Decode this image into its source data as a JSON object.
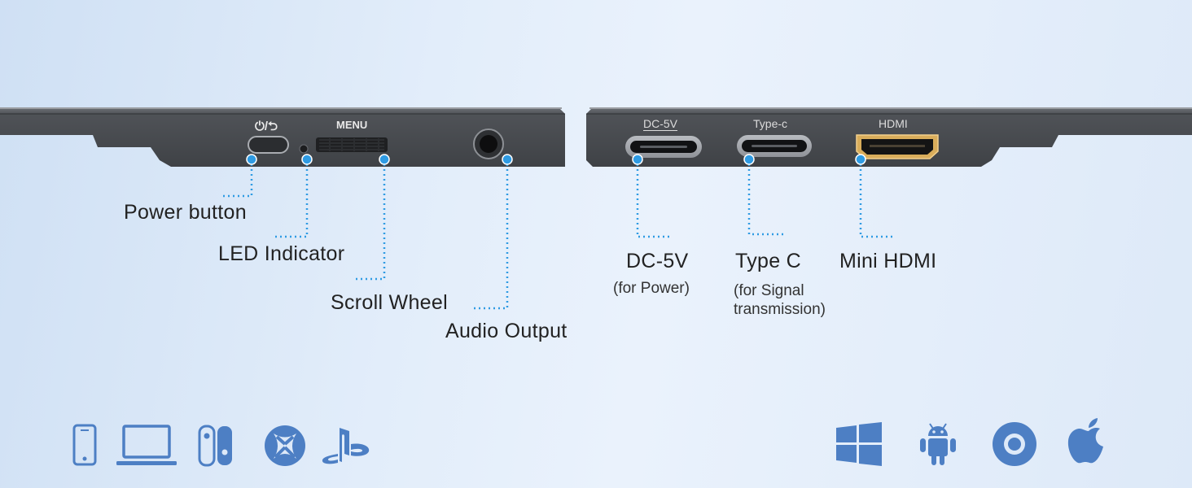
{
  "colors": {
    "accent": "#2f9be3",
    "device_body": "#4a4d52",
    "icon_blue": "#4d7fc4",
    "hdmi_gold": "#e2b868"
  },
  "left_device": {
    "power_symbol": "⏻/⮌",
    "menu_label": "MENU",
    "callouts": {
      "power_button": "Power button",
      "led_indicator": "LED Indicator",
      "scroll_wheel": "Scroll Wheel",
      "audio_output": "Audio Output"
    }
  },
  "right_device": {
    "port_labels": {
      "dc": "DC-5V",
      "typec": "Type-c",
      "hdmi": "HDMI"
    },
    "callouts": {
      "dc_title": "DC-5V",
      "dc_sub": "(for Power)",
      "typec_title": "Type C",
      "typec_sub_line1": "(for Signal",
      "typec_sub_line2": "transmission)",
      "hdmi_title": "Mini HDMI"
    }
  },
  "compatible_icons_left": [
    "phone-icon",
    "laptop-icon",
    "nintendo-switch-icon",
    "xbox-icon",
    "playstation-icon"
  ],
  "compatible_icons_right": [
    "windows-icon",
    "android-icon",
    "chrome-os-icon",
    "apple-icon"
  ]
}
